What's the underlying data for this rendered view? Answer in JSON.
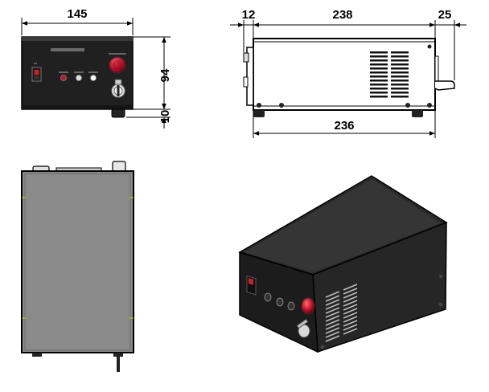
{
  "dimensions": {
    "front_width": "145",
    "front_height": "94",
    "foot_height": "10",
    "side_left_offset": "12",
    "side_length": "238",
    "side_right_offset": "25",
    "base_length": "236"
  },
  "colors": {
    "panel_dark": "#202020",
    "panel_top_view": "#8a8a8a",
    "button_red": "#c8102e",
    "background": "#ffffff"
  },
  "icons": [
    "power-switch-icon",
    "indicator-led-icon",
    "key-switch-icon",
    "emergency-stop-icon",
    "vent-slots-icon"
  ]
}
